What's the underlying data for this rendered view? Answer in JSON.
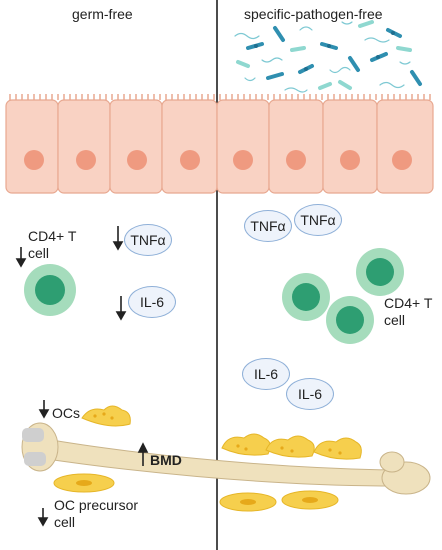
{
  "headers": {
    "left": "germ-free",
    "right": "specific-pathogen-free"
  },
  "left": {
    "cell_label": "CD4+ T\ncell",
    "cytokine_1": "TNFα",
    "cytokine_2": "IL-6",
    "ocs_label": "OCs",
    "bmd_label": "BMD",
    "precursor_label": "OC precursor\ncell"
  },
  "right": {
    "tnf_1": "TNFα",
    "tnf_2": "TNFα",
    "cell_label": "CD4+ T\ncell",
    "il6_1": "IL-6",
    "il6_2": "IL-6"
  },
  "colors": {
    "epithelium": "#f9d2c3",
    "epithelium_border": "#e8a890",
    "nucleus": "#ef9a80",
    "tcell_outer": "#a5dcbc",
    "tcell_inner": "#2e9e72",
    "cytokine_fill": "#eef3fb",
    "cytokine_border": "#8fb0d8",
    "bone": "#efe1bd",
    "bone_edge": "#c9b48a",
    "osteoclast": "#f6cf4d",
    "divider": "#111111"
  }
}
